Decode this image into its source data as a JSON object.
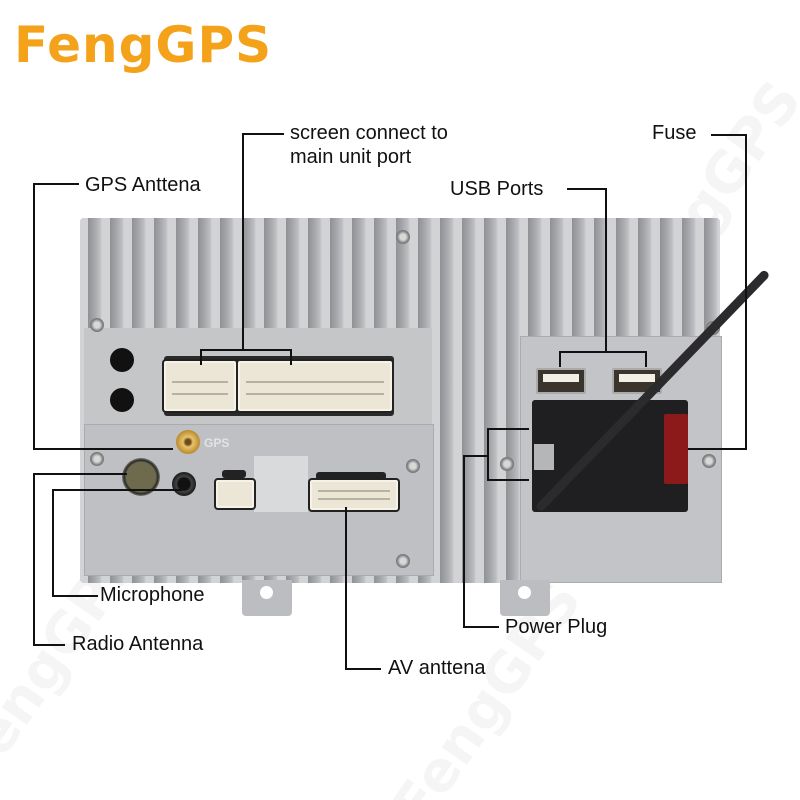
{
  "brand": {
    "logo_text": "FengGPS",
    "logo_color": "#f4a21a",
    "watermark_text": "FengGPS"
  },
  "unit": {
    "gps_marking": "GPS",
    "body_color": "#c9cacc"
  },
  "callouts": {
    "screen_connect_line1": "screen connect to",
    "screen_connect_line2": "main unit port",
    "gps_antenna": "GPS Anttena",
    "usb_ports": "USB Ports",
    "fuse": "Fuse",
    "microphone": "Microphone",
    "radio_antenna": "Radio Antenna",
    "av_antenna": "AV anttena",
    "power_plug": "Power Plug"
  }
}
